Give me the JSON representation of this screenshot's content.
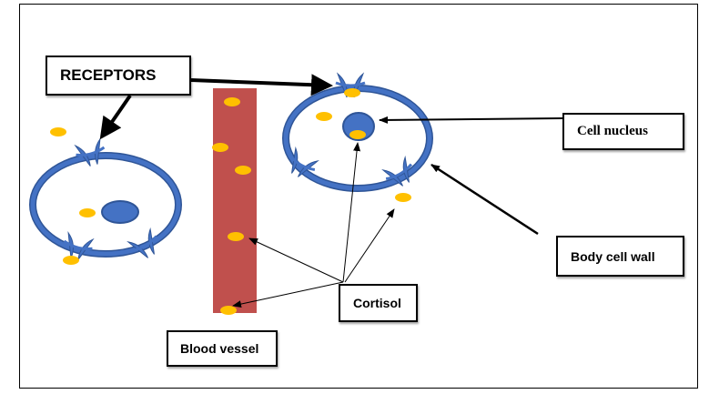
{
  "labels": {
    "receptors": "RECEPTORS",
    "cell_nucleus": "Cell nucleus",
    "body_cell_wall": "Body cell wall",
    "cortisol": "Cortisol",
    "blood_vessel": "Blood vessel"
  },
  "colors": {
    "cell_membrane": "#4472C4",
    "cell_membrane_outline": "#2F5597",
    "nucleus": "#4472C4",
    "cortisol_molecule": "#FFC000",
    "blood_vessel": "#C0504D",
    "arrow": "#000000"
  }
}
